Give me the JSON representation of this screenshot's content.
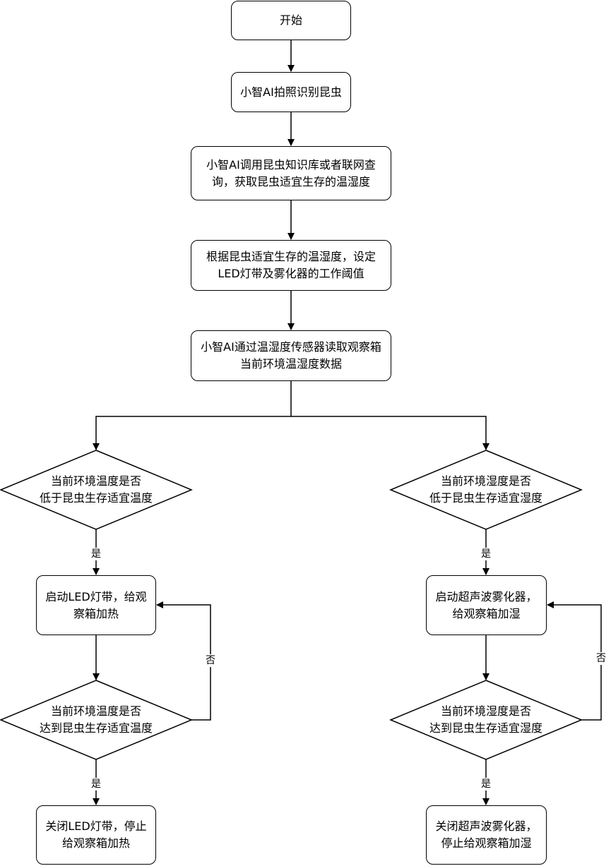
{
  "nodes": {
    "start": "开始",
    "identify": "小智AI拍照识别昆虫",
    "query": [
      "小智AI调用昆虫知识库或者联网查",
      "询，获取昆虫适宜生存的温湿度"
    ],
    "threshold": [
      "根据昆虫适宜生存的温湿度，设定",
      "LED灯带及雾化器的工作阈值"
    ],
    "read": [
      "小智AI通过温湿度传感器读取观察箱",
      "当前环境温湿度数据"
    ],
    "temp_low": [
      "当前环境温度是否",
      "低于昆虫生存适宜温度"
    ],
    "hum_low": [
      "当前环境湿度是否",
      "低于昆虫生存适宜湿度"
    ],
    "led_on": [
      "启动LED灯带，给观",
      "察箱加热"
    ],
    "mist_on": [
      "启动超声波雾化器，",
      "给观察箱加湿"
    ],
    "temp_reach": [
      "当前环境温度是否",
      "达到昆虫生存适宜温度"
    ],
    "hum_reach": [
      "当前环境湿度是否",
      "达到昆虫生存适宜湿度"
    ],
    "led_off": [
      "关闭LED灯带，停止",
      "给观察箱加热"
    ],
    "mist_off": [
      "关闭超声波雾化器，",
      "停止给观察箱加湿"
    ]
  },
  "edge_labels": {
    "yes": "是",
    "no": "否"
  }
}
